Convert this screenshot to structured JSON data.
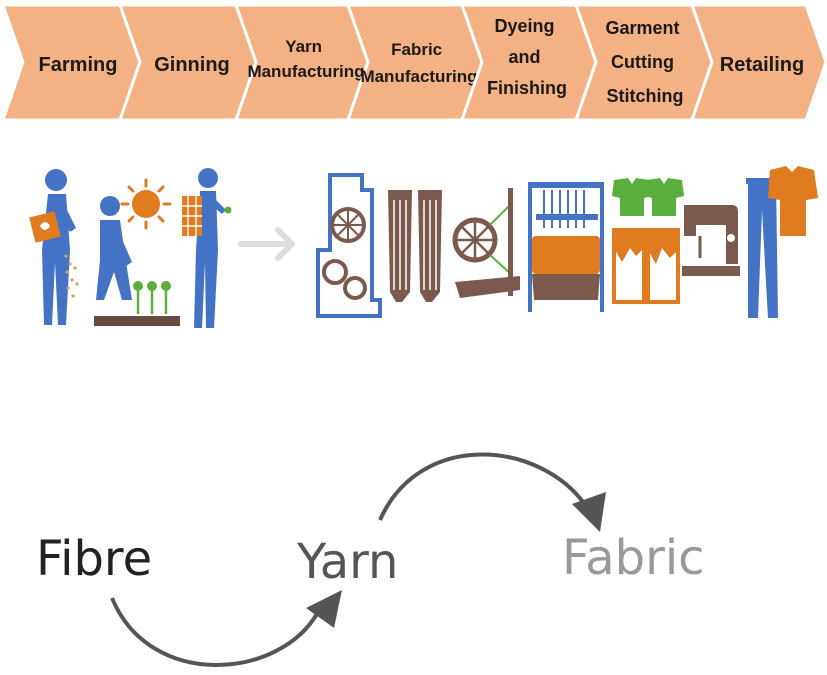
{
  "stages": [
    {
      "lines": [
        "Farming"
      ]
    },
    {
      "lines": [
        "Ginning"
      ]
    },
    {
      "lines": [
        "Yarn",
        "Manufacturing"
      ]
    },
    {
      "lines": [
        "Fabric",
        "Manufacturing"
      ]
    },
    {
      "lines": [
        "Dyeing",
        "and",
        "Finishing"
      ]
    },
    {
      "lines": [
        "Garment",
        "Cutting",
        "Stitching"
      ]
    },
    {
      "lines": [
        "Retailing"
      ]
    }
  ],
  "flow": {
    "fibre": "Fibre",
    "yarn": "Yarn",
    "fabric": "Fabric"
  },
  "colors": {
    "chevron": "#F4B183",
    "chevron_border": "#ffffff",
    "blue": "#4472C4",
    "brown": "#7B5A4D",
    "orange": "#E07B1F",
    "green": "#5BAF3C",
    "arrow_gray": "#555555",
    "fibre_text": "#222222",
    "yarn_text": "#555555",
    "fabric_text": "#999999"
  }
}
